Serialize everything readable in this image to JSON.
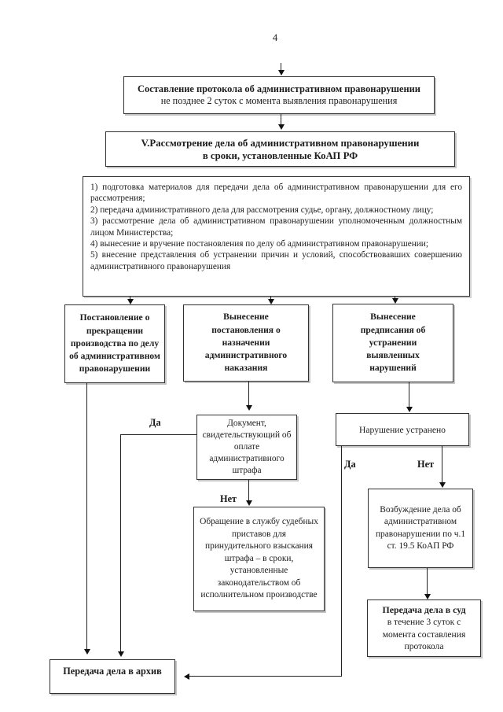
{
  "page": {
    "number": "4"
  },
  "colors": {
    "ink": "#1c1c1c",
    "paper": "#ffffff",
    "shadow": "#969696"
  },
  "flow": {
    "protocol_box": {
      "title": "Составление протокола об административном правонарушении",
      "subtitle": "не позднее 2 суток с момента выявления правонарушения"
    },
    "review_box": {
      "line1": "V.Рассмотрение дела об административном правонарушении",
      "line2": "в сроки, установленные КоАП РФ"
    },
    "process_box": {
      "items": [
        "1) подготовка материалов для передачи дела об административном правонарушении для его рассмотрения;",
        "2) передача административного дела для рассмотрения судье, органу, должностному лицу;",
        "3) рассмотрение дела об административном правонарушении уполномоченным должностным лицом Министерства;",
        "4) вынесение и вручение постановления по делу об административном правонарушении;",
        "5) внесение представления об устранении причин и условий, способствовавших совершению административного правонарушения"
      ]
    },
    "termination_box": {
      "label": "Постановление о прекращении производства по делу об административном правонарушении"
    },
    "penalty_box": {
      "label": "Вынесение постановления о назначении административного наказания"
    },
    "prescription_box": {
      "label": "Вынесение предписания об устранении выявленных нарушений"
    },
    "payment_doc_box": {
      "label": "Документ, свидетельствующий об оплате административного штрафа"
    },
    "bailiffs_box": {
      "label": "Обращение в службу судебных приставов для принудительного взыскания штрафа – в сроки, установленные законодательством об исполнительном производстве"
    },
    "violation_fixed_box": {
      "label": "Нарушение устранено"
    },
    "new_case_box": {
      "label": "Возбуждение дела об административном правонарушении по ч.1 ст. 19.5 КоАП РФ"
    },
    "court_box": {
      "title": "Передача дела в суд",
      "subtitle": "в течение 3 суток с момента составления протокола"
    },
    "archive_box": {
      "label": "Передача дела в архив"
    },
    "labels": {
      "yes1": "Да",
      "no1": "Нет",
      "yes2": "Да",
      "no2": "Нет"
    }
  }
}
